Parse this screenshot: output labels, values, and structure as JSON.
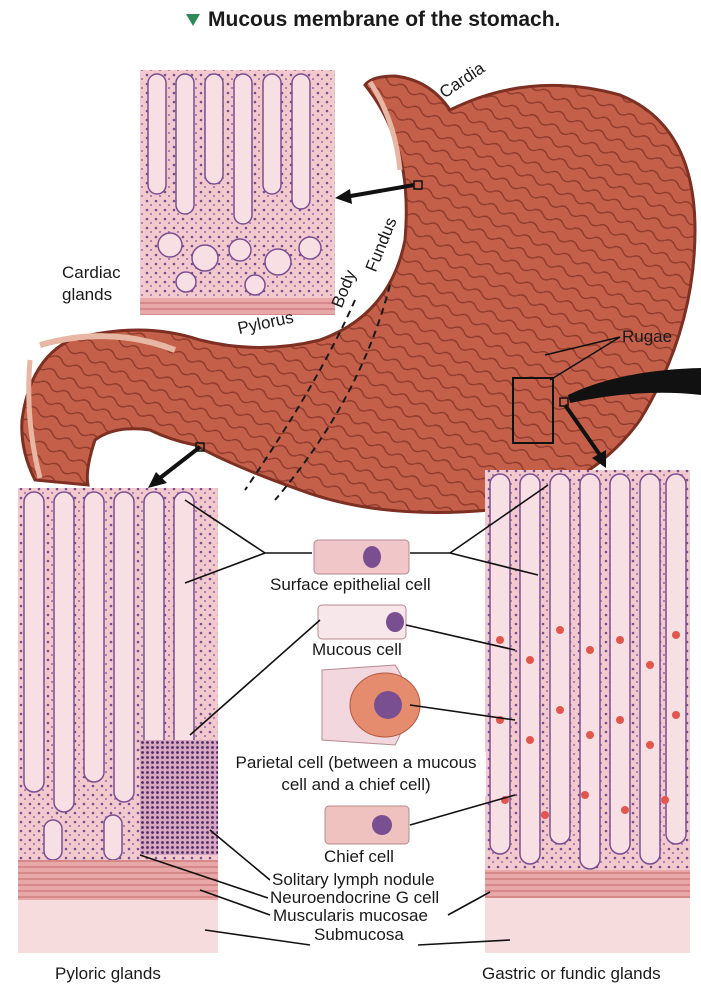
{
  "title": "Mucous membrane of the stomach.",
  "colors": {
    "accent_triangle": "#2e8b57",
    "stomach": "#c8654e",
    "tissue": "#f2c9cc",
    "nuclei": "#6e4a8c"
  },
  "regions": {
    "cardia": "Cardia",
    "fundus": "Fundus",
    "body": "Body",
    "pylorus": "Pylorus",
    "rugae": "Rugae"
  },
  "glands": {
    "cardiac": "Cardiac glands",
    "pyloric": "Pyloric glands",
    "gastric": "Gastric or fundic glands"
  },
  "cells": {
    "surface_epithelial": "Surface epithelial cell",
    "mucous": "Mucous cell",
    "parietal": "Parietal cell (between a mucous cell and a chief cell)",
    "chief": "Chief cell"
  },
  "layers": {
    "lymph_nodule": "Solitary lymph nodule",
    "g_cell": "Neuroendocrine G cell",
    "muscularis": "Muscularis mucosae",
    "submucosa": "Submucosa"
  }
}
